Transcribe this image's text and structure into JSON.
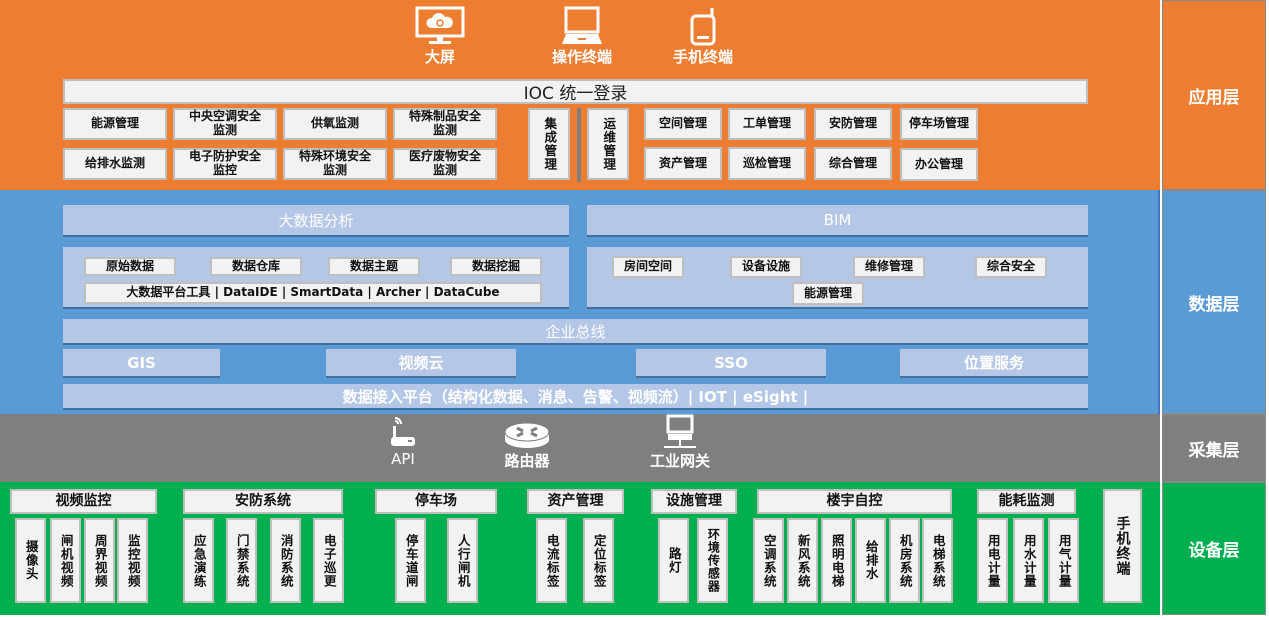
{
  "layers": {
    "application": {
      "label": "应用层",
      "color": "#ED7D31",
      "terminals": [
        {
          "icon": "monitor-cloud-icon",
          "label": "大屏"
        },
        {
          "icon": "laptop-icon",
          "label": "操作终端"
        },
        {
          "icon": "mobile-phone-icon",
          "label": "手机终端"
        }
      ],
      "login_bar": "IOC 统一登录",
      "left_modules_row1": [
        "能源管理",
        "中央空调安全\n监测",
        "供氧监测",
        "特殊制品安全\n监测"
      ],
      "left_modules_row2": [
        "给排水监测",
        "电子防护安全\n监控",
        "特殊环境安全\n监测",
        "医疗废物安全\n监测"
      ],
      "integration": "集成管理",
      "operations": "运维管理",
      "right_modules_row1": [
        "空间管理",
        "工单管理",
        "安防管理",
        "停车场管理"
      ],
      "right_modules_row2": [
        "资产管理",
        "巡检管理",
        "综合管理",
        "办公管理"
      ]
    },
    "data": {
      "label": "数据层",
      "color": "#5B9BD5",
      "big_data_title": "大数据分析",
      "big_data_items": [
        "原始数据",
        "数据仓库",
        "数据主题",
        "数据挖掘"
      ],
      "big_data_tools": "大数据平台工具 | DataIDE | SmartData | Archer | DataCube",
      "bim_title": "BIM",
      "bim_items": [
        "房间空间",
        "设备设施",
        "维修管理",
        "综合安全",
        "能源管理"
      ],
      "enterprise_bus": "企业总线",
      "services": [
        "GIS",
        "视频云",
        "SSO",
        "位置服务"
      ],
      "access_platform": "数据接入平台（结构化数据、消息、告警、视频流）| IOT |  eSight |"
    },
    "collection": {
      "label": "采集层",
      "color": "#7F7F7F",
      "items": [
        {
          "icon": "wireless-router-icon",
          "label": "API"
        },
        {
          "icon": "router-icon",
          "label": "路由器"
        },
        {
          "icon": "network-gateway-icon",
          "label": "工业网关"
        }
      ]
    },
    "device": {
      "label": "设备层",
      "color": "#00B050",
      "groups": [
        {
          "title": "视频监控",
          "items": [
            "摄像头",
            "闸机视频",
            "周界视频",
            "监控视频"
          ]
        },
        {
          "title": "安防系统",
          "items": [
            "应急演练",
            "门禁系统",
            "消防系统",
            "电子巡更"
          ]
        },
        {
          "title": "停车场",
          "items": [
            "停车道闸",
            "人行闸机"
          ]
        },
        {
          "title": "资产管理",
          "items": [
            "电流标签",
            "定位标签"
          ]
        },
        {
          "title": "设施管理",
          "items": [
            "路灯",
            "环境传感器"
          ]
        },
        {
          "title": "楼宇自控",
          "items": [
            "空调系统",
            "新风系统",
            "照明电梯",
            "给排水",
            "机房系统",
            "电梯系统"
          ]
        },
        {
          "title": "能耗监测",
          "items": [
            "用电计量",
            "用水计量",
            "用气计量"
          ]
        }
      ],
      "standalone": "手机终端"
    }
  }
}
